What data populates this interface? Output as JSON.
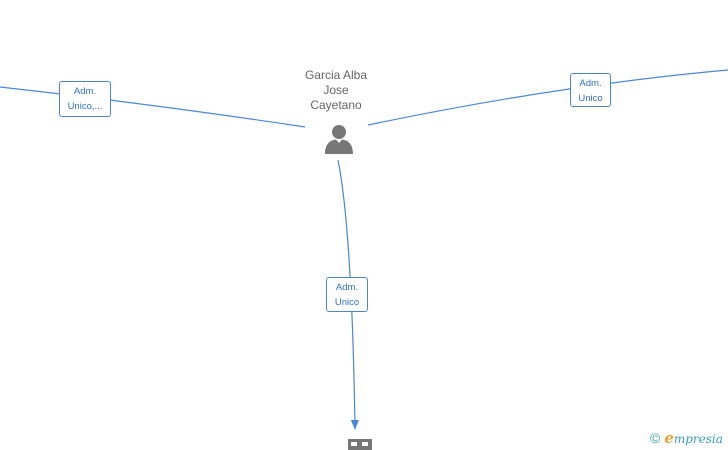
{
  "person": {
    "name_lines": [
      "Garcia Alba",
      "Jose",
      "Cayetano"
    ],
    "icon": "person-icon"
  },
  "edges": [
    {
      "id": "left",
      "label_lines": [
        "Adm.",
        "Unico,..."
      ]
    },
    {
      "id": "right",
      "label_lines": [
        "Adm.",
        "Unico"
      ]
    },
    {
      "id": "bottom",
      "label_lines": [
        "Adm.",
        "Unico"
      ]
    }
  ],
  "company": {
    "icon": "building-icon"
  },
  "watermark": {
    "copyright_symbol": "©",
    "brand_initial": "e",
    "brand_rest": "mpresia"
  },
  "colors": {
    "edge": "#4a86d8",
    "label_text": "#2f6fcc",
    "node_icon": "#777777",
    "name_text": "#666666"
  }
}
